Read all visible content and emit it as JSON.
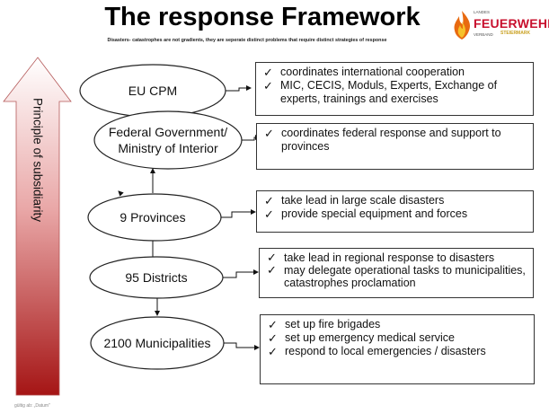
{
  "title": "The response Framework",
  "subtitle": "Disasters- catastrophes are not gradients, they are seperate distinct problems that require distinct strategies of response",
  "logo": {
    "top_small": "LANDES",
    "word": "FEUERWEHR",
    "bottom_small": "VERBAND",
    "sub": "STEIERMARK"
  },
  "arrow_label": "Principle of subsidiarity",
  "nodes": [
    {
      "id": "eu",
      "label": "EU CPM"
    },
    {
      "id": "federal",
      "line1": "Federal Government/",
      "line2": "Ministry of Interior"
    },
    {
      "id": "provinces",
      "label": "9 Provinces"
    },
    {
      "id": "districts",
      "label": "95 Districts"
    },
    {
      "id": "municipalities",
      "label": "2100 Municipalities"
    }
  ],
  "boxes": [
    {
      "id": "eu",
      "items": [
        "coordinates international cooperation",
        "MIC, CECIS, Moduls, Experts, Exchange of experts, trainings and exercises"
      ]
    },
    {
      "id": "federal",
      "items": [
        "coordinates federal response and support to provinces"
      ]
    },
    {
      "id": "provinces",
      "items": [
        "take lead in large scale disasters",
        "provide special equipment and forces"
      ]
    },
    {
      "id": "districts",
      "items": [
        "take lead in regional response to disasters",
        "may delegate operational tasks to municipalities, catastrophes proclamation"
      ]
    },
    {
      "id": "municipalities",
      "items": [
        "set up fire brigades",
        "set up emergency medical service",
        "respond to local emergencies / disasters"
      ]
    }
  ],
  "check_glyph": "✓",
  "footer": "gültig ab: „Datum\"",
  "colors": {
    "arrow_top": "#ffffff",
    "arrow_mid": "#e8a0a0",
    "arrow_bottom": "#b01818",
    "box_border": "#333333",
    "brand_red": "#c8102e",
    "brand_gold": "#c9a020"
  }
}
